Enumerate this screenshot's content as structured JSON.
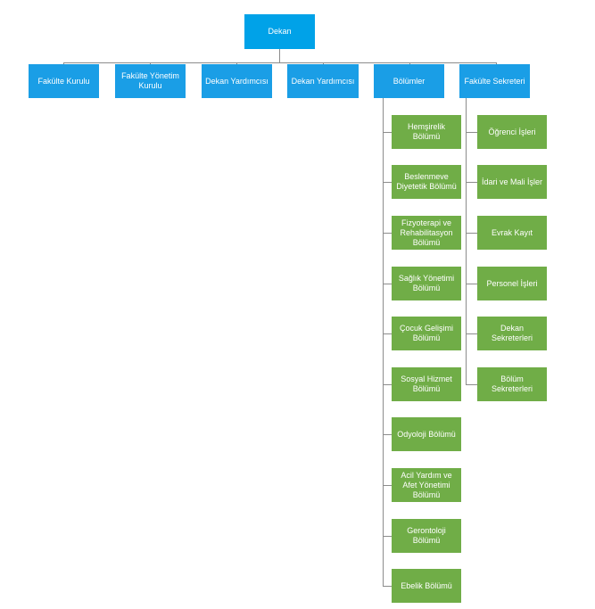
{
  "chart": {
    "root": "Dekan",
    "level1": [
      "Fakülte Kurulu",
      "Fakülte Yönetim Kurulu",
      "Dekan Yardımcısı",
      "Dekan Yardımcısı",
      "Bölümler",
      "Fakülte Sekreteri"
    ],
    "bolumler": [
      "Hemşirelik Bölümü",
      "Beslenmeve Diyetetik Bölümü",
      "Fizyoterapi ve Rehabilitasyon Bölümü",
      "Sağlık Yönetimi Bölümü",
      "Çocuk Gelişimi Bölümü",
      "Sosyal Hizmet Bölümü",
      "Odyoloji Bölümü",
      "Acil Yardım ve Afet Yönetimi Bölümü",
      "Gerontoloji Bölümü",
      "Ebelik Bölümü"
    ],
    "sekreterlik": [
      "Öğrenci İşleri",
      "İdari ve Mali İşler",
      "Evrak Kayıt",
      "Personel İşleri",
      "Dekan Sekreterleri",
      "Bölüm Sekreterleri"
    ]
  },
  "colors": {
    "root": "#00a2e8",
    "level1": "#1a9ee6",
    "children": "#70ad47",
    "connector": "#8c8c8c"
  }
}
